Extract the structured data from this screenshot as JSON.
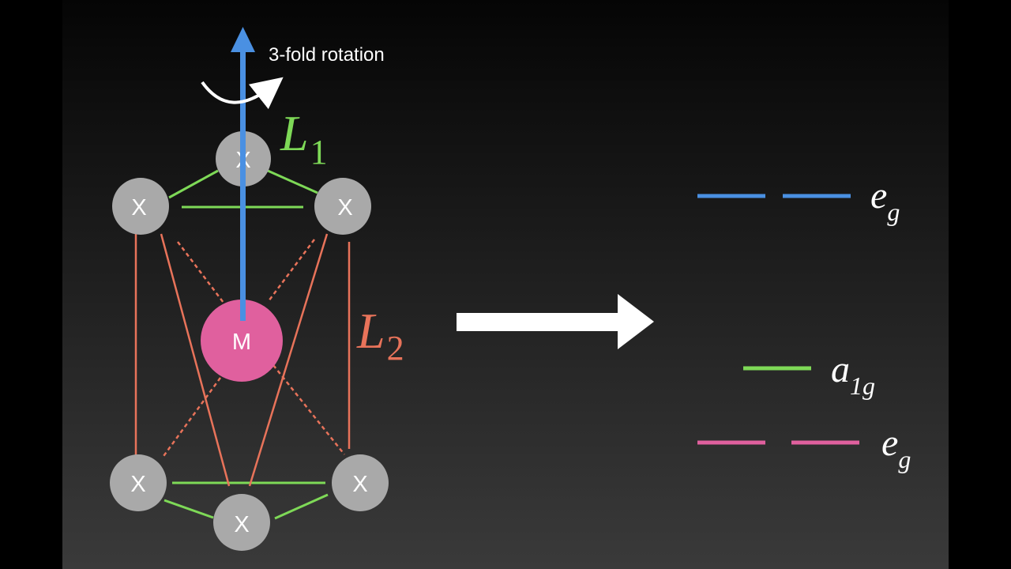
{
  "colors": {
    "background_top": "#050505",
    "background_bottom": "#3a3a3a",
    "axis_blue": "#4a90e2",
    "ligand_green": "#7ed957",
    "ligand_orange": "#e8735a",
    "metal_pink": "#e0609e",
    "atom_gray": "#a9a9a9",
    "white": "#ffffff"
  },
  "rotation": {
    "label": "3-fold rotation"
  },
  "metal": {
    "symbol": "M"
  },
  "ligand": {
    "symbol": "X"
  },
  "labels": {
    "L1": {
      "letter": "L",
      "subscript": "1"
    },
    "L2": {
      "letter": "L",
      "subscript": "2"
    }
  },
  "energy_levels": [
    {
      "name": "e",
      "subscript": "g",
      "color": "#4a90e2",
      "degenerate": 2
    },
    {
      "name": "a",
      "subscript": "1g",
      "color": "#7ed957",
      "degenerate": 1
    },
    {
      "name": "e",
      "subscript": "g",
      "color": "#e0609e",
      "degenerate": 2
    }
  ]
}
